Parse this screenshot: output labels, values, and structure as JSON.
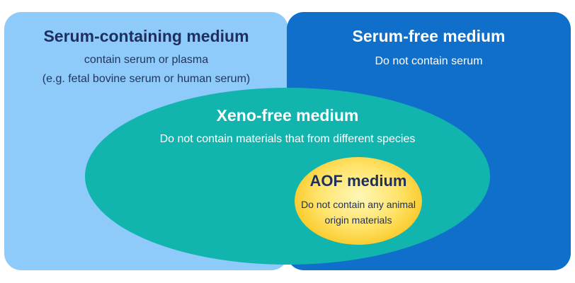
{
  "serum_containing": {
    "title": "Serum-containing medium",
    "line1": "contain serum or plasma",
    "line2": "(e.g. fetal bovine serum or human serum)"
  },
  "serum_free": {
    "title": "Serum-free medium",
    "line1": "Do not contain serum"
  },
  "xeno_free": {
    "title": "Xeno-free medium",
    "line1": "Do not contain materials that from different species"
  },
  "aof": {
    "title": "AOF medium",
    "line1": "Do not contain any animal",
    "line2": "origin materials"
  },
  "colors": {
    "serum_containing": "#8fcbfa",
    "serum_free": "#0f6fcb",
    "xeno_free": "#12b5ae",
    "aof": "#f8c61e"
  }
}
